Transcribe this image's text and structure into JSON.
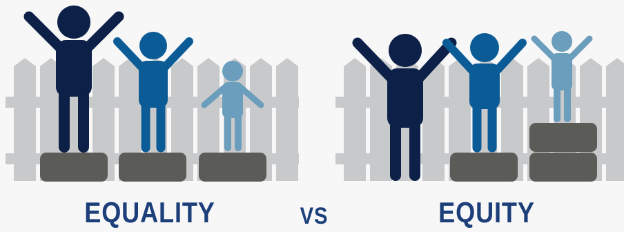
{
  "captions": {
    "left": "EQUALITY",
    "middle": "VS",
    "right": "EQUITY"
  },
  "colors": {
    "background": "#f7f7f8",
    "fence": "#c8c9cb",
    "box": "#5b5b58",
    "person_tall": "#0d2048",
    "person_medium": "#0b5b96",
    "person_short": "#6b9dbc",
    "caption": "#1c3f7a"
  },
  "panels": {
    "left": {
      "concept": "equality",
      "boxes_per_person": [
        1,
        1,
        1
      ]
    },
    "right": {
      "concept": "equity",
      "boxes_per_person": [
        0,
        1,
        2
      ]
    }
  }
}
